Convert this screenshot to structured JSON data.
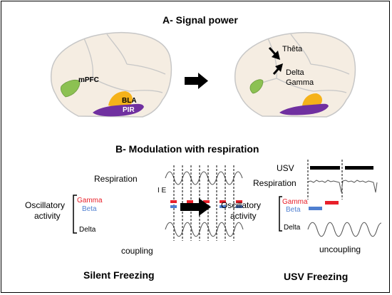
{
  "panel_a": {
    "title": "A- Signal power",
    "brain_left": {
      "mpfc": "mPFC",
      "bla": "BLA",
      "pir": "PIR"
    },
    "brain_right": {
      "theta": "Thêta",
      "delta": "Delta",
      "gamma": "Gamma"
    }
  },
  "panel_b": {
    "title": "B- Modulation with respiration",
    "silent": {
      "respiration": "Respiration",
      "oscillatory_line1": "Oscillatory",
      "oscillatory_line2": "activity",
      "gamma": "Gamma",
      "beta": "Beta",
      "delta": "Delta",
      "ie": "I E",
      "coupling": "coupling",
      "caption": "Silent Freezing"
    },
    "usv": {
      "usv": "USV",
      "respiration": "Respiration",
      "oscillatory_line1": "Oscillatory",
      "oscillatory_line2": "activity",
      "gamma": "Gamma",
      "beta": "Beta",
      "delta": "Delta",
      "uncoupling": "uncoupling",
      "caption": "USV Freezing"
    }
  },
  "colors": {
    "brain_fill": "#f5ede2",
    "brain_stroke": "#c7c7c7",
    "mpfc_green": "#8cc152",
    "bla_orange": "#f5b21a",
    "pir_purple": "#7030a0",
    "gamma_red": "#e8202a",
    "beta_blue": "#4f7fd0"
  }
}
